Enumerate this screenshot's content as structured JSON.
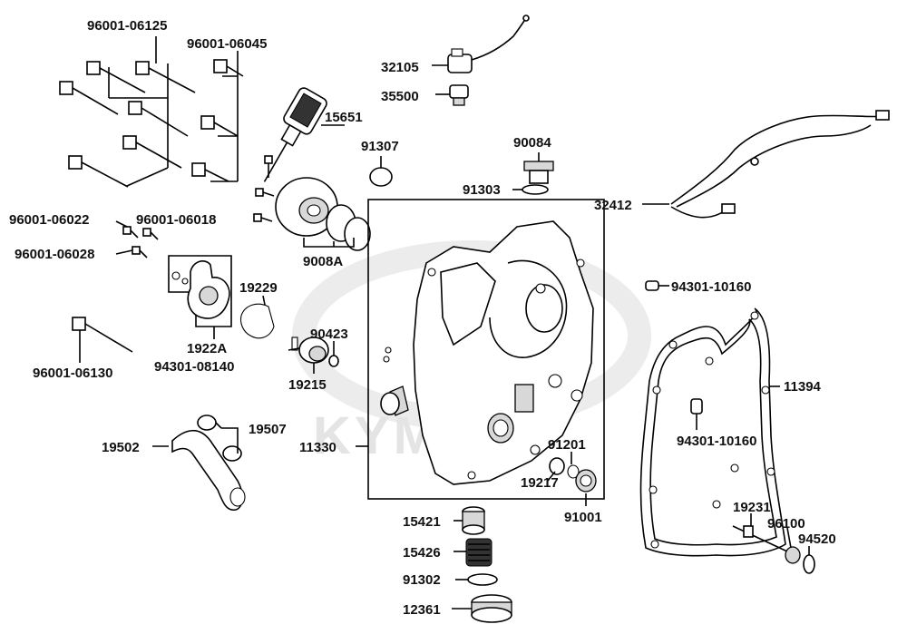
{
  "watermark": "KYMCO",
  "labels": {
    "p96001_06125": "96001-06125",
    "p96001_06045": "96001-06045",
    "p32105": "32105",
    "p35500": "35500",
    "p15651": "15651",
    "p91307": "91307",
    "p90084": "90084",
    "p91303": "91303",
    "p32412": "32412",
    "p96001_06022": "96001-06022",
    "p96001_06018": "96001-06018",
    "p96001_06028": "96001-06028",
    "p9008A": "9008A",
    "p94301_10160_top": "94301-10160",
    "p19229": "19229",
    "p90423": "90423",
    "p96001_06130": "96001-06130",
    "p1922A": "1922A",
    "p94301_08140": "94301-08140",
    "p19215": "19215",
    "p11394": "11394",
    "p94301_10160_bottom": "94301-10160",
    "p19507": "19507",
    "p19502": "19502",
    "p11330": "11330",
    "p91201": "91201",
    "p19217": "19217",
    "p91001": "91001",
    "p19231": "19231",
    "p96100": "96100",
    "p94520": "94520",
    "p15421": "15421",
    "p15426": "15426",
    "p91302": "91302",
    "p12361": "12361"
  }
}
